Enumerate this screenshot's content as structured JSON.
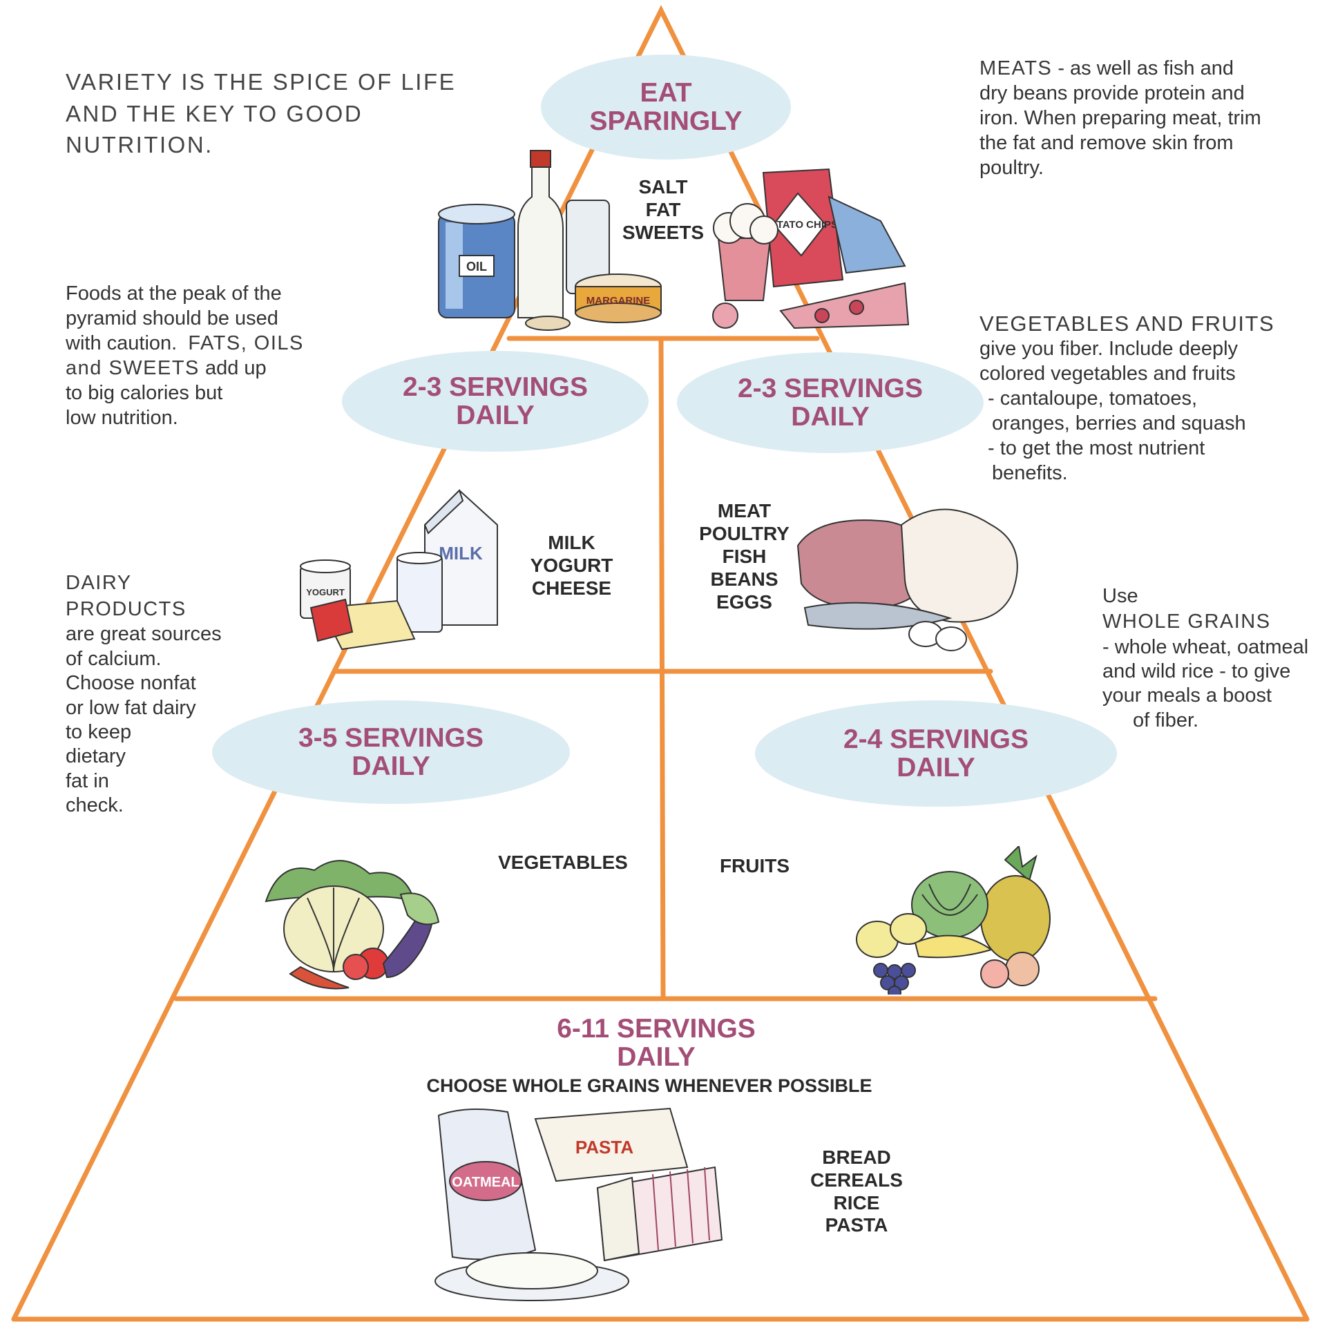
{
  "intro_text": [
    "VARIETY IS THE SPICE OF LIFE",
    "AND THE KEY TO GOOD",
    "NUTRITION."
  ],
  "tiers": {
    "top": {
      "servings": [
        "EAT",
        "SPARINGLY"
      ],
      "foods": [
        "SALT",
        "FAT",
        "SWEETS"
      ]
    },
    "dairy": {
      "servings": [
        "2-3 SERVINGS",
        "DAILY"
      ],
      "foods": [
        "MILK",
        "YOGURT",
        "CHEESE"
      ]
    },
    "meat": {
      "servings": [
        "2-3 SERVINGS",
        "DAILY"
      ],
      "foods": [
        "MEAT",
        "POULTRY",
        "FISH",
        "BEANS",
        "EGGS"
      ]
    },
    "vegetables": {
      "servings": [
        "3-5 SERVINGS",
        "DAILY"
      ],
      "foods": [
        "VEGETABLES"
      ]
    },
    "fruits": {
      "servings": [
        "2-4 SERVINGS",
        "DAILY"
      ],
      "foods": [
        "FRUITS"
      ]
    },
    "grains": {
      "servings": [
        "6-11 SERVINGS",
        "DAILY"
      ],
      "note": "CHOOSE WHOLE GRAINS WHENEVER POSSIBLE",
      "foods": [
        "BREAD",
        "CEREALS",
        "RICE",
        "PASTA"
      ]
    }
  },
  "notes": {
    "peak": {
      "lines": [
        "Foods at the peak of the",
        "pyramid should be used",
        "with caution.",
        "FATS, OILS",
        "and SWEETS",
        "add up",
        "to big calories but",
        "low nutrition."
      ]
    },
    "dairy": {
      "heading": [
        "DAIRY",
        "PRODUCTS"
      ],
      "lines": [
        "are great sources",
        "of calcium.",
        "Choose nonfat",
        "or low fat dairy",
        "to keep",
        "dietary",
        "fat in",
        "check."
      ]
    },
    "meats": {
      "heading": "MEATS",
      "lines": [
        "- as well as fish and",
        "dry beans provide protein and",
        "iron. When preparing meat, trim",
        "the fat and remove skin from",
        "poultry."
      ]
    },
    "vegfruit": {
      "heading": "VEGETABLES AND FRUITS",
      "lines": [
        "give you fiber.  Include deeply",
        "colored vegetables and fruits",
        " - cantaloupe, tomatoes,",
        " oranges, berries and squash",
        " - to get the most nutrient",
        " benefits."
      ]
    },
    "grains": {
      "prefix": "Use",
      "heading": "WHOLE GRAINS",
      "lines": [
        "- whole wheat, oatmeal",
        "and wild rice - to give",
        "your meals a boost",
        "of fiber."
      ]
    }
  },
  "illustration_labels": {
    "oil_can": "OIL",
    "margarine": "MARGARINE",
    "chips": "POTATO CHIPS",
    "milk_carton": "MILK",
    "yogurt_cup": "YOGURT",
    "oatmeal_bag": "OATMEAL",
    "pasta_box": "PASTA"
  },
  "colors": {
    "pyramid_line": "#f0913f",
    "oval_fill": "#dcecf3",
    "servings_text": "#a34d77"
  }
}
